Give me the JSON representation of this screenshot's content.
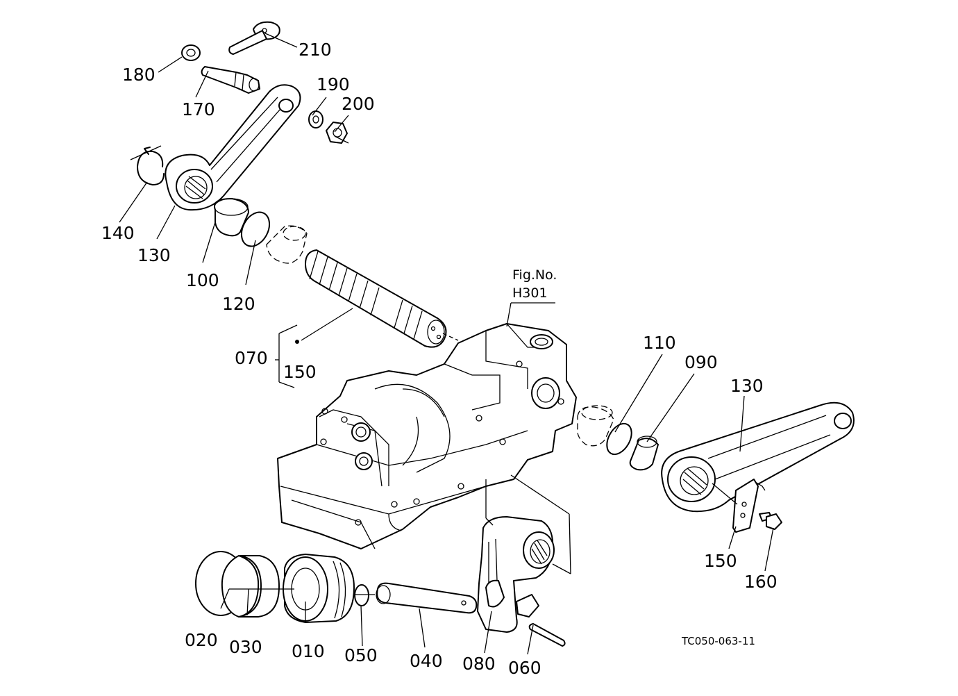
{
  "diagram": {
    "reference": {
      "fig_label": "Fig.No.",
      "fig_number": "H301"
    },
    "drawing_code": "TC050-063-11",
    "parts": [
      {
        "label": "210"
      },
      {
        "label": "180"
      },
      {
        "label": "170"
      },
      {
        "label": "190"
      },
      {
        "label": "200"
      },
      {
        "label": "140"
      },
      {
        "label": "130"
      },
      {
        "label": "100"
      },
      {
        "label": "120"
      },
      {
        "label": "070"
      },
      {
        "label": "150"
      },
      {
        "label": "110"
      },
      {
        "label": "090"
      },
      {
        "label": "130"
      },
      {
        "label": "150"
      },
      {
        "label": "160"
      },
      {
        "label": "020"
      },
      {
        "label": "030"
      },
      {
        "label": "010"
      },
      {
        "label": "050"
      },
      {
        "label": "040"
      },
      {
        "label": "080"
      },
      {
        "label": "060"
      }
    ]
  }
}
